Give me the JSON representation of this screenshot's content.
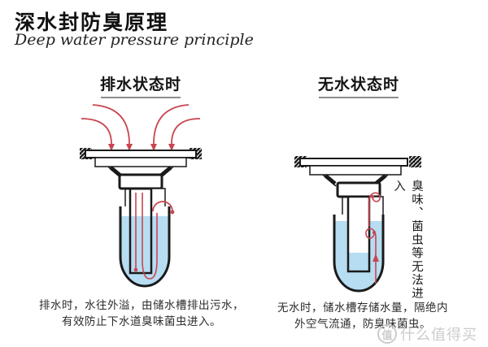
{
  "title": {
    "zh": "深水封防臭原理",
    "en": "Deep water pressure principle"
  },
  "panels": {
    "left": {
      "header": "排水状态时",
      "caption_line1": "排水时，水往外溢，由储水槽排出污水，",
      "caption_line2": "有效防止下水道臭味菌虫进入。"
    },
    "right": {
      "header": "无水状态时",
      "side_note": "臭味、菌虫等无法进入",
      "caption_line1": "无水时，储水槽存储水量，隔绝内",
      "caption_line2": "外空气流通，防臭味菌虫。"
    }
  },
  "watermark": {
    "logo": "值",
    "text": "什么值得买"
  },
  "colors": {
    "arrow_red": "#c9454f",
    "water_blue": "#b6ddf2",
    "outline": "#1a1a1a",
    "underline": "#8c8c8c",
    "watermark_gray": "#c9c9c9"
  }
}
